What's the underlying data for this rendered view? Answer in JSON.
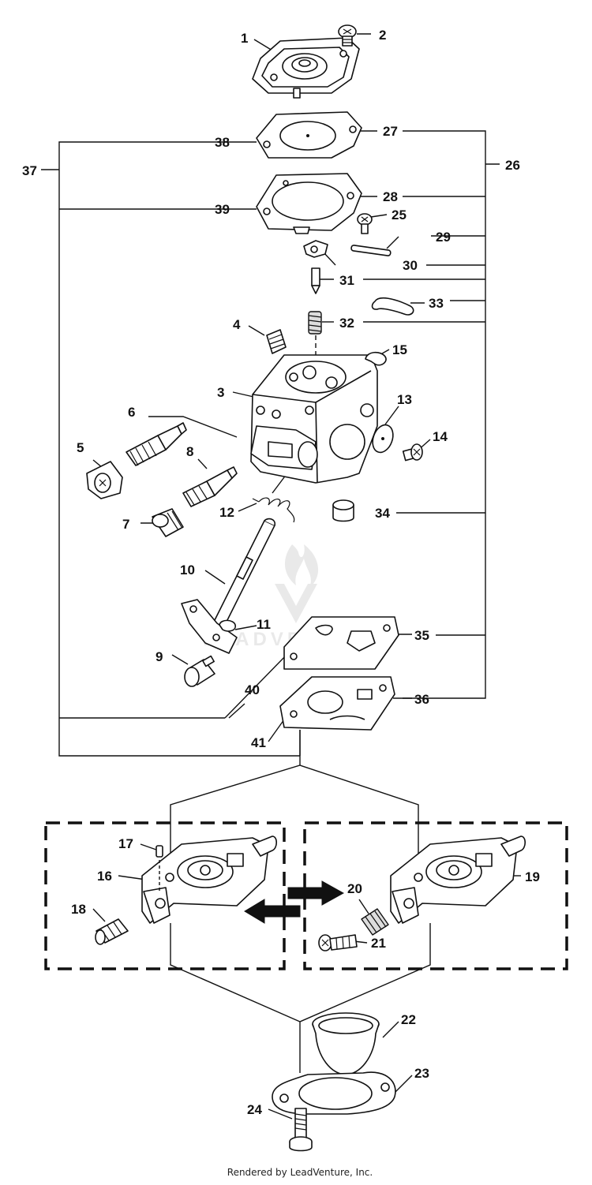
{
  "callouts": {
    "c1": "1",
    "c2": "2",
    "c3": "3",
    "c4": "4",
    "c5": "5",
    "c6": "6",
    "c7": "7",
    "c8": "8",
    "c9": "9",
    "c10": "10",
    "c11": "11",
    "c12": "12",
    "c13": "13",
    "c14": "14",
    "c15": "15",
    "c16": "16",
    "c17": "17",
    "c18": "18",
    "c19": "19",
    "c20": "20",
    "c21": "21",
    "c22": "22",
    "c23": "23",
    "c24": "24",
    "c25": "25",
    "c26": "26",
    "c27": "27",
    "c28": "28",
    "c29": "29",
    "c30": "30",
    "c31": "31",
    "c32": "32",
    "c33": "33",
    "c34": "34",
    "c35": "35",
    "c36": "36",
    "c37": "37",
    "c38": "38",
    "c39": "39",
    "c40": "40",
    "c41": "41"
  },
  "credit": "Rendered by LeadVenture, Inc.",
  "watermark": "LEADVENTURE"
}
